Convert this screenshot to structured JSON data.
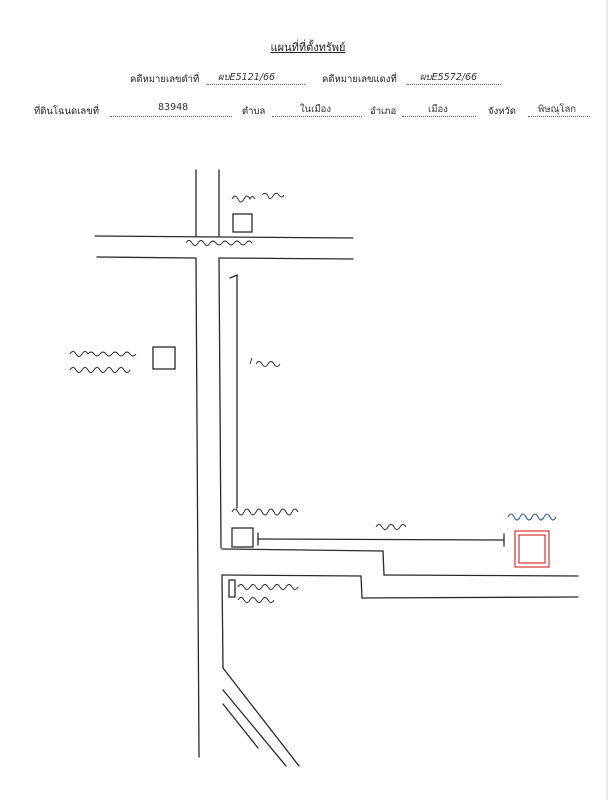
{
  "header": {
    "title": "แผนที่ที่ตั้งทรัพย์",
    "case_black_label": "คดีหมายเลขดำที่",
    "case_black_value": "ผบE5121/66",
    "case_red_label": "คดีหมายเลขแดงที่",
    "case_red_value": "ผบE5572/66"
  },
  "land": {
    "deed_label": "ที่ดินโฉนดเลขที่",
    "deed_value": "83948",
    "tambon_label": "ตำบล",
    "tambon_value": "ในเมือง",
    "amphoe_label": "อำเภอ",
    "amphoe_value": "เมือง",
    "province_label": "จังหวัด",
    "province_value": "พิษณุโลก"
  },
  "map": {
    "colors": {
      "ink": "#2a2a2a",
      "property": "#d32020",
      "property_label": "#1f4fa8"
    }
  }
}
